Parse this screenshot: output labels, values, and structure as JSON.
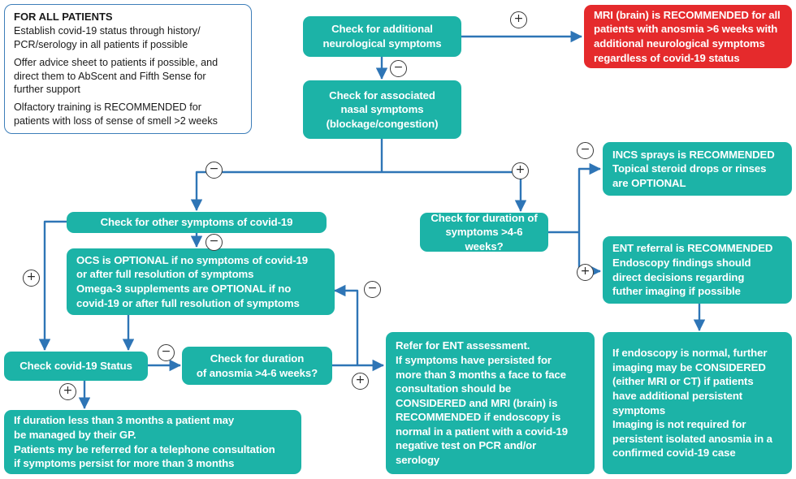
{
  "title": "Management of anosmia during covid-19 flowchart",
  "colors": {
    "teal": "#1CB3A7",
    "red": "#E52A2C",
    "connector_blue": "#2E75B6",
    "infobox_border": "#3D7EB9",
    "text_on_fill": "#FFFFFF",
    "text_dark": "#1A1A1A"
  },
  "info_panel": {
    "name": "for-all-patients",
    "title": "FOR ALL PATIENTS",
    "paragraphs": [
      "Establish covid-19 status through history/\nPCR/serology in all patients if possible",
      "Offer advice sheet to patients if possible, and\ndirect them to AbScent and Fifth Sense for\nfurther support",
      "Olfactory training is RECOMMENDED for\npatients with loss of sense of smell >2 weeks"
    ]
  },
  "nodes": {
    "additional_neuro": {
      "label": "Check for additional\nneurological symptoms",
      "kind": "decision",
      "fill": "teal"
    },
    "mri_brain": {
      "label": "MRI (brain) is RECOMMENDED for all\npatients with anosmia >6 weeks with\nadditional neurological symptoms\nregardless of covid-19 status",
      "kind": "recommendation",
      "fill": "red"
    },
    "nasal_symptoms": {
      "label": "Check for associated\nnasal symptoms\n(blockage/congestion)",
      "kind": "decision",
      "fill": "teal"
    },
    "duration_symptoms": {
      "label": "Check for duration of\nsymptoms >4-6 weeks?",
      "kind": "decision",
      "fill": "teal"
    },
    "incs_sprays": {
      "label": "INCS sprays is RECOMMENDED\nTopical steroid drops or rinses\nare OPTIONAL",
      "kind": "recommendation",
      "fill": "teal"
    },
    "ent_referral": {
      "label": "ENT referral is RECOMMENDED\nEndoscopy findings should\ndirect decisions regarding\nfuther imaging if possible",
      "kind": "recommendation",
      "fill": "teal"
    },
    "endoscopy_normal": {
      "label": "If endoscopy is normal, further\nimaging may be CONSIDERED\n(either MRI or CT) if patients\nhave additional persistent\nsymptoms\nImaging is not required for\npersistent isolated anosmia in a\nconfirmed covid-19 case",
      "kind": "recommendation",
      "fill": "teal"
    },
    "other_symptoms": {
      "label": "Check for other symptoms of covid-19",
      "kind": "decision",
      "fill": "teal"
    },
    "ocs_optional": {
      "label": "OCS is OPTIONAL if no symptoms of covid-19\nor after full resolution of symptoms\nOmega-3 supplements are OPTIONAL if no\ncovid-19 or after full resolution of symptoms",
      "kind": "recommendation",
      "fill": "teal"
    },
    "covid_status": {
      "label": "Check covid-19 Status",
      "kind": "decision",
      "fill": "teal"
    },
    "duration_anosmia": {
      "label": "Check for duration\nof anosmia >4-6 weeks?",
      "kind": "decision",
      "fill": "teal"
    },
    "gp_management": {
      "label": "If duration less than 3 months a patient may\nbe managed by their GP.\nPatients my be referred for a telephone consultation\nif symptoms persist for more than 3 months",
      "kind": "recommendation",
      "fill": "teal"
    },
    "refer_ent": {
      "label": "Refer for ENT assessment.\nIf symptoms have persisted for\nmore than 3 months a face to face\nconsultation should be\nCONSIDERED and MRI (brain) is\nRECOMMENDED if endoscopy is\nnormal in a patient with a covid-19\nnegative test on PCR and/or\nserology",
      "kind": "recommendation",
      "fill": "teal"
    }
  },
  "edge_markers": [
    {
      "id": "m1",
      "symbol": "+",
      "from": "additional_neuro",
      "to": "mri_brain"
    },
    {
      "id": "m2",
      "symbol": "−",
      "from": "additional_neuro",
      "to": "nasal_symptoms"
    },
    {
      "id": "m3",
      "symbol": "−",
      "from": "nasal_symptoms",
      "to": "other_symptoms"
    },
    {
      "id": "m4",
      "symbol": "+",
      "from": "nasal_symptoms",
      "to": "duration_symptoms"
    },
    {
      "id": "m5",
      "symbol": "−",
      "from": "duration_symptoms",
      "to": "incs_sprays"
    },
    {
      "id": "m6",
      "symbol": "+",
      "from": "duration_symptoms",
      "to": "ent_referral"
    },
    {
      "id": "m7",
      "symbol": "−",
      "from": "other_symptoms",
      "to": "ocs_optional"
    },
    {
      "id": "m8",
      "symbol": "+",
      "from": "other_symptoms",
      "to": "covid_status"
    },
    {
      "id": "m9",
      "symbol": "−",
      "from": "covid_status",
      "to": "duration_anosmia"
    },
    {
      "id": "m10",
      "symbol": "+",
      "from": "covid_status",
      "to": "gp_management"
    },
    {
      "id": "m11",
      "symbol": "−",
      "from": "duration_anosmia",
      "to": "ocs_optional"
    },
    {
      "id": "m12",
      "symbol": "+",
      "from": "duration_anosmia",
      "to": "refer_ent"
    }
  ]
}
